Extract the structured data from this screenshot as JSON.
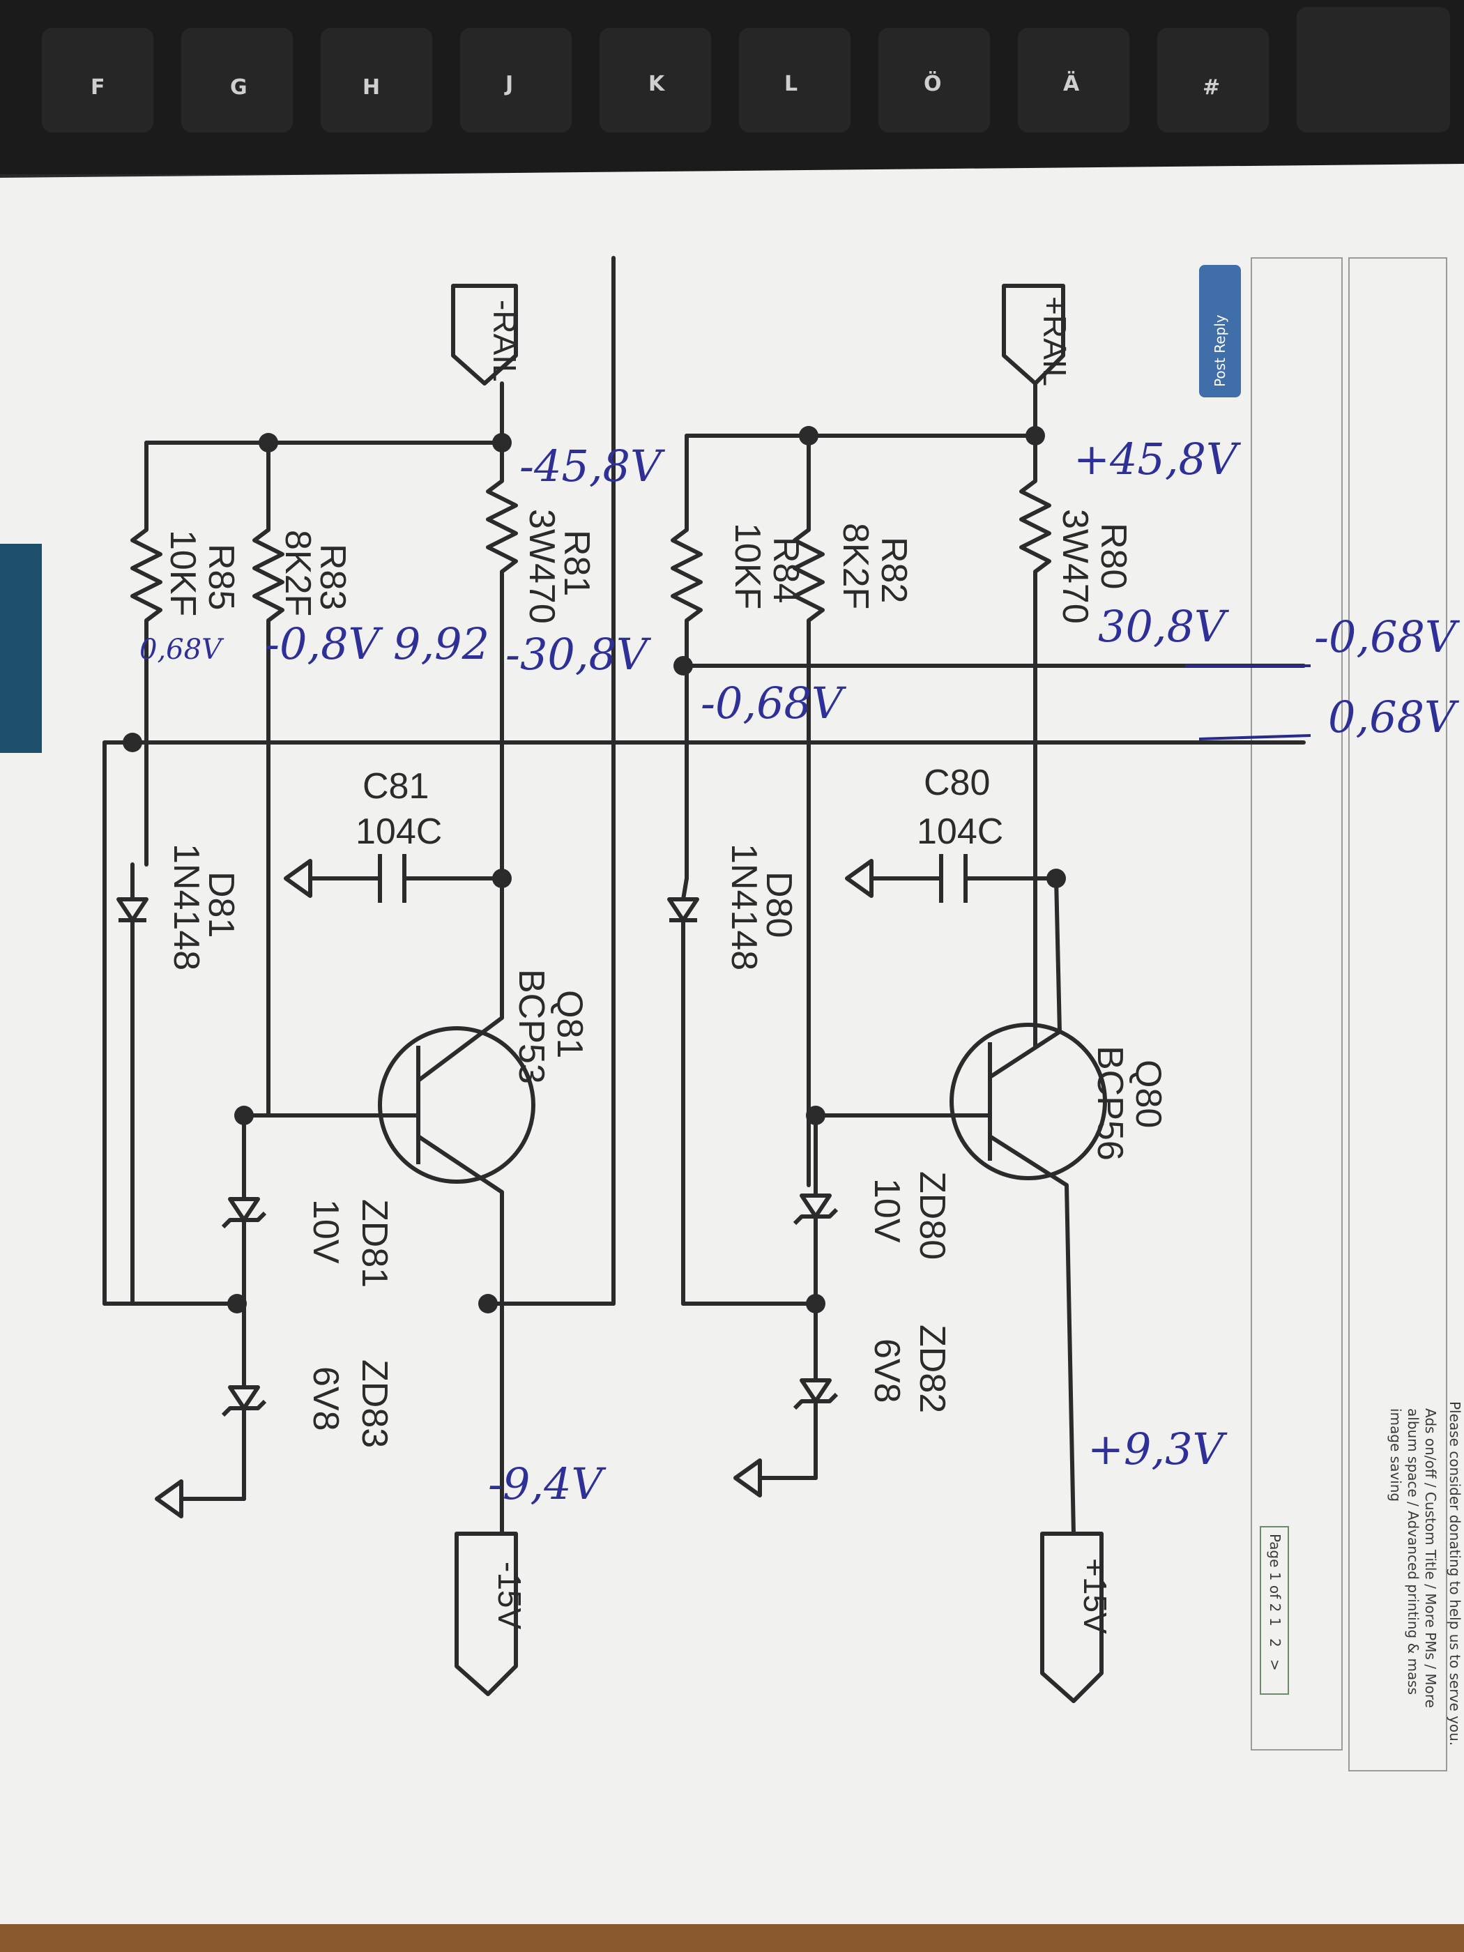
{
  "keyboard": {
    "keys": [
      "F",
      "G",
      "H",
      "J",
      "K",
      "L",
      "Ö",
      "Ä",
      "#"
    ]
  },
  "forum": {
    "post_reply": "Post Reply",
    "donate_note": "Please consider donating to help us to serve you.",
    "ads_note_1": "Ads on/off / Custom Title / More PMs / More",
    "ads_note_2": "album space / Advanced printing & mass",
    "ads_note_3": "image saving",
    "pagination_label": "Page 1 of 2",
    "page_1": "1",
    "page_2": "2",
    "next": ">"
  },
  "schematic": {
    "rails": {
      "neg_in": "-RAIL",
      "pos_in": "+RAIL",
      "neg_out": "-15V",
      "pos_out": "+15V"
    },
    "components": {
      "r81_name": "R81",
      "r81_val": "3W470",
      "r83_name": "R83",
      "r83_val": "8K2F",
      "r85_name": "R85",
      "r85_val": "10KF",
      "r80_name": "R80",
      "r80_val": "3W470",
      "r82_name": "R82",
      "r82_val": "8K2F",
      "r84_name": "R84",
      "r84_val": "10KF",
      "c81_name": "C81",
      "c81_val": "104C",
      "c80_name": "C80",
      "c80_val": "104C",
      "d81_name": "D81",
      "d81_val": "1N4148",
      "d80_name": "D80",
      "d80_val": "1N4148",
      "q81_name": "Q81",
      "q81_val": "BCP53",
      "q80_name": "Q80",
      "q80_val": "BCP56",
      "zd81_name": "ZD81",
      "zd81_val": "10V",
      "zd83_name": "ZD83",
      "zd83_val": "6V8",
      "zd80_name": "ZD80",
      "zd80_val": "10V",
      "zd82_name": "ZD82",
      "zd82_val": "6V8"
    },
    "annotations": {
      "neg_rail_v": "-45,8V",
      "neg_mid_v": "-30,8V",
      "neg_div_v": "-0,8V 9,92",
      "neg_r85_v": "0,68V",
      "neg_out_v": "-9,4V",
      "pos_rail_v": "+45,8V",
      "pos_mid_v": "30,8V",
      "pos_div_v": "-0,68V",
      "right_top_v": "-0,68V",
      "right_bot_v": "0,68V",
      "pos_out_v": "+9,3V"
    }
  }
}
